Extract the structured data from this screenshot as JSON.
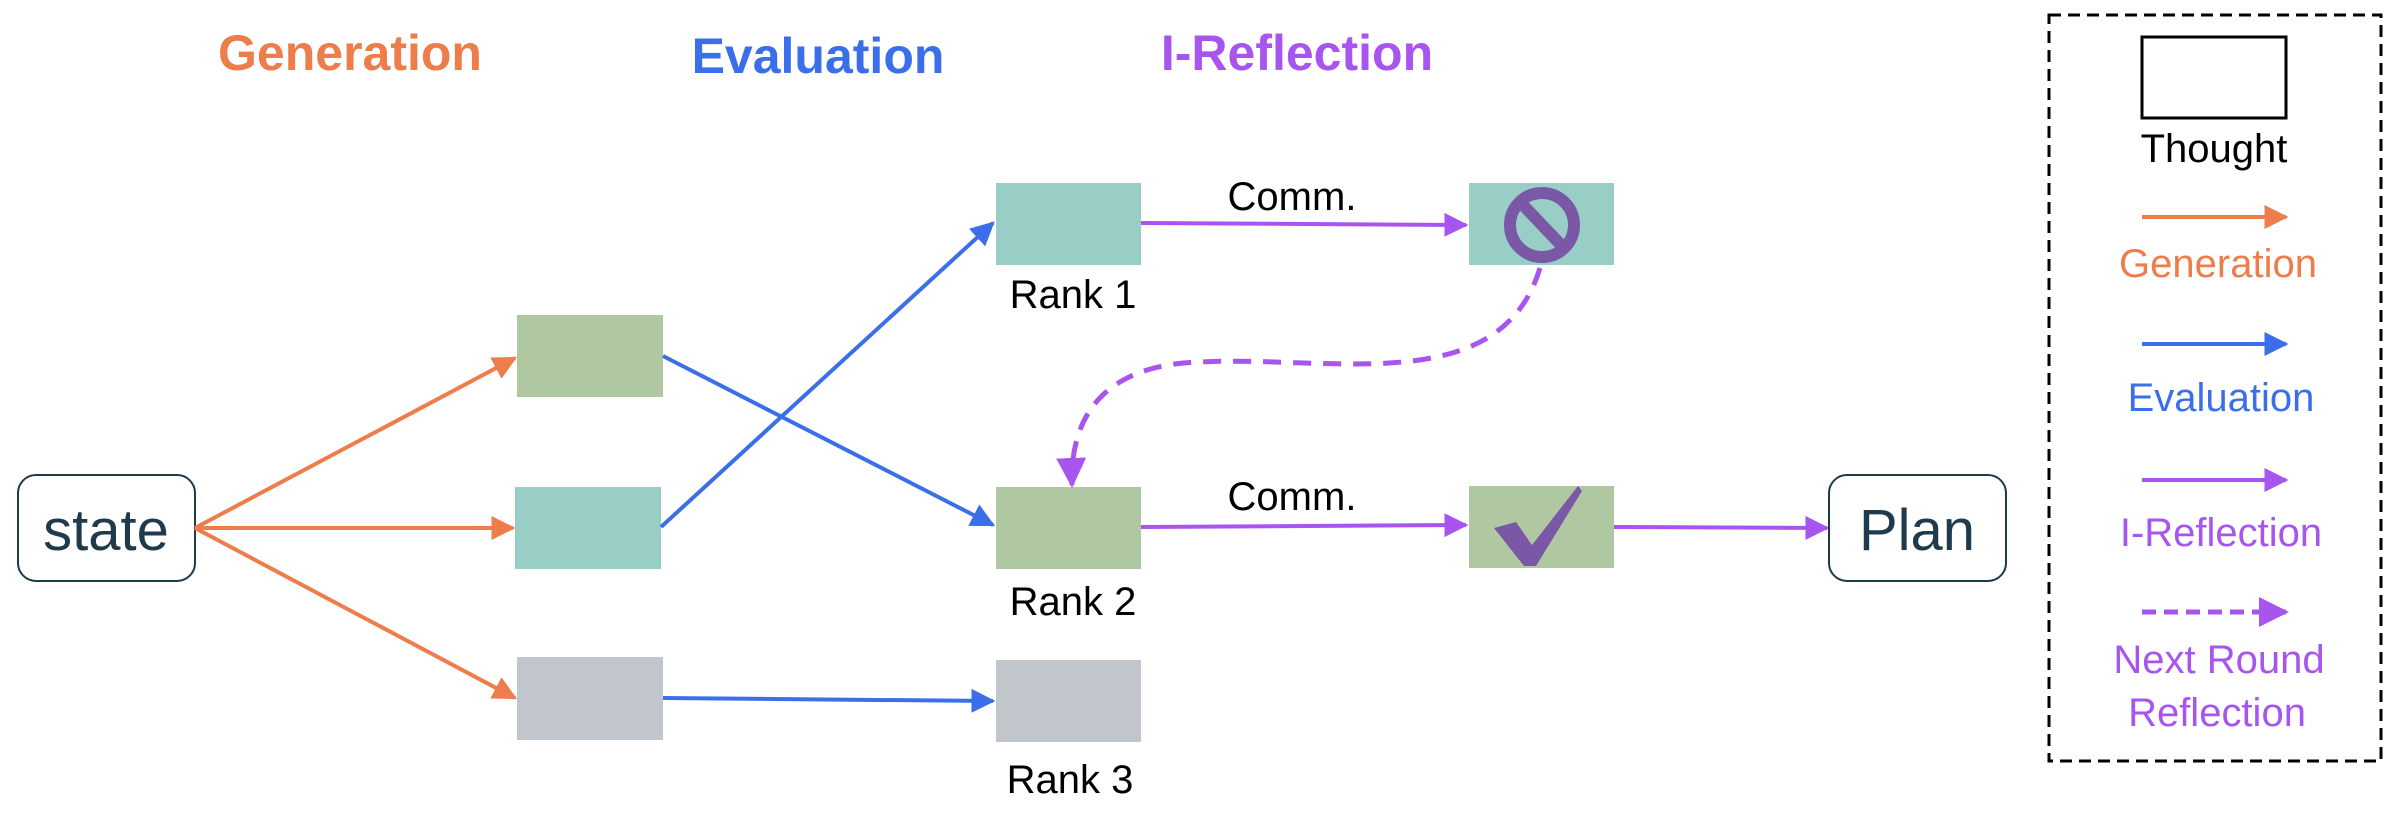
{
  "headers": {
    "generation": "Generation",
    "evaluation": "Evaluation",
    "i_reflection": "I-Reflection"
  },
  "nodes": {
    "state": "state",
    "plan": "Plan"
  },
  "ranks": [
    "Rank 1",
    "Rank 2",
    "Rank 3"
  ],
  "comm_labels": [
    "Comm.",
    "Comm."
  ],
  "legend": {
    "thought": "Thought",
    "generation": "Generation",
    "evaluation": "Evaluation",
    "i_reflection": "I-Reflection",
    "next_round_line1": "Next Round",
    "next_round_line2": "Reflection"
  },
  "icons": {
    "rejected": "prohibited-icon",
    "accepted": "checkmark-icon"
  },
  "colors": {
    "generation": "#ED7D4A",
    "evaluation": "#3B6FEA",
    "reflection": "#A855F0",
    "thought_teal": "#98CEC6",
    "thought_green": "#AFC8A1",
    "thought_gray": "#C0C6CC",
    "icon_purple": "#7B58A6"
  }
}
